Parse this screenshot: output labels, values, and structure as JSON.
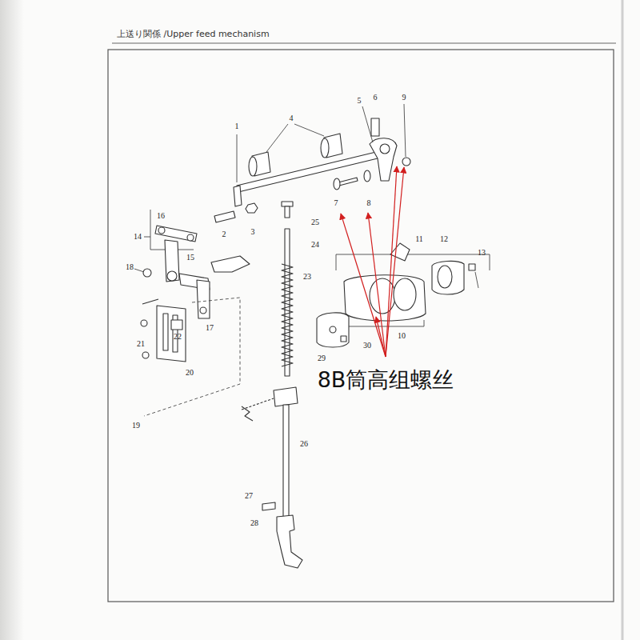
{
  "diagram": {
    "title": "上送り関係 /Upper feed mechanism",
    "labels": [
      "1",
      "4",
      "5",
      "6",
      "9",
      "2",
      "3",
      "25",
      "24",
      "7",
      "8",
      "11",
      "12",
      "13",
      "14",
      "16",
      "15",
      "18",
      "23",
      "10",
      "17",
      "22",
      "21",
      "20",
      "30",
      "29",
      "19",
      "26",
      "27",
      "28",
      "8B筒高组螺丝"
    ]
  }
}
